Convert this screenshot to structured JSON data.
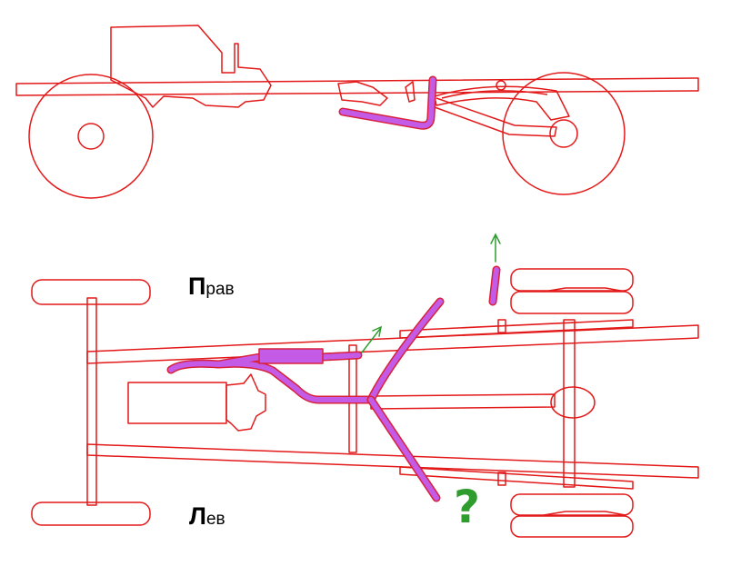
{
  "labels": {
    "right_side": {
      "big": "П",
      "small": "рав"
    },
    "left_side": {
      "big": "Л",
      "small": "ев"
    },
    "question_mark": "?"
  },
  "colors": {
    "frame": "#e31919",
    "exhaust_fill": "#c45be6",
    "exhaust_outline": "#d8213b",
    "arrow": "#2e9d2e"
  }
}
